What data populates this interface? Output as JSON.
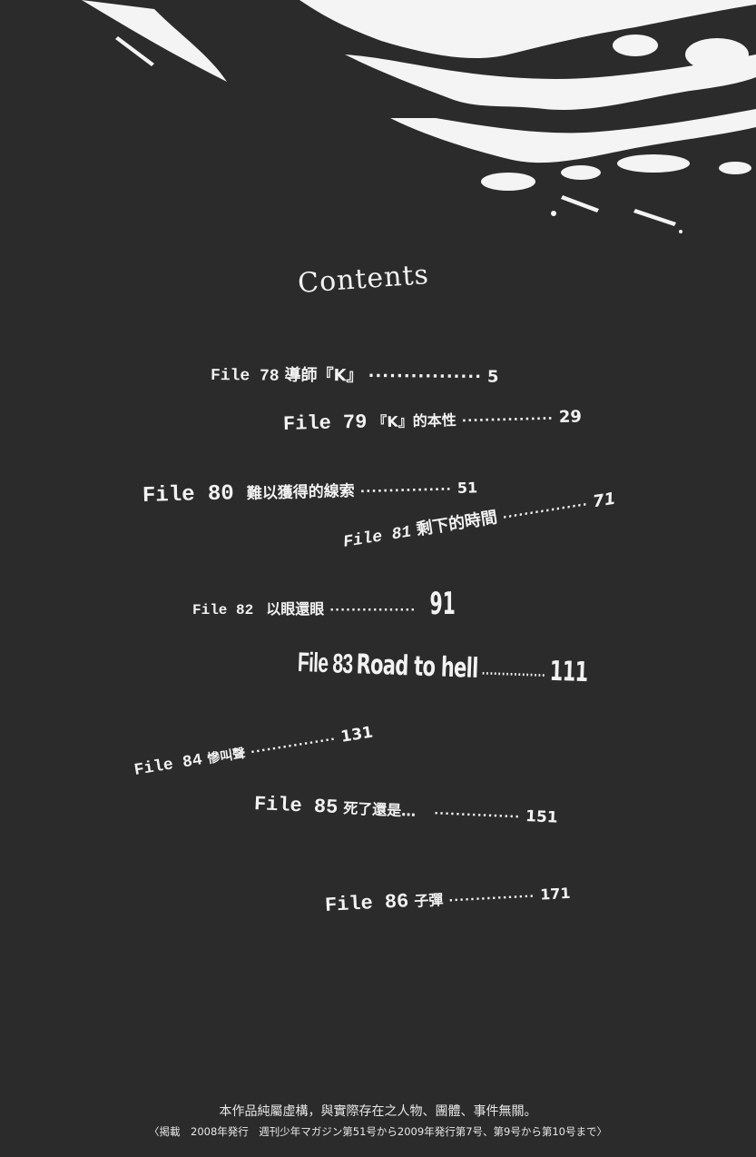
{
  "title": "Contents",
  "entries": [
    {
      "file": "File 78",
      "name": "導師『K』",
      "dots": "················",
      "page": "5"
    },
    {
      "file": "File 79",
      "name": "『K』的本性",
      "dots": "················",
      "page": "29"
    },
    {
      "file": "File 80",
      "name": "難以獲得的線索",
      "dots": "················",
      "page": "51"
    },
    {
      "file": "File 81",
      "name": "剩下的時間",
      "dots": "················",
      "page": "71"
    },
    {
      "file": "File 82",
      "name": "以眼還眼",
      "dots": "················",
      "page": "91"
    },
    {
      "file": "File 83",
      "name": "Road to hell",
      "dots": "················",
      "page": "111"
    },
    {
      "file": "File 84",
      "name": "慘叫聲",
      "dots": "················",
      "page": "131"
    },
    {
      "file": "File 85",
      "name": "死了還是…",
      "dots": "················",
      "page": "151"
    },
    {
      "file": "File 86",
      "name": "子彈",
      "dots": "················",
      "page": "171"
    }
  ],
  "footer": {
    "disclaimer": "本作品純屬虛構，與實際存在之人物、團體、事件無關。",
    "publication": "〈掲載　2008年発行　週刊少年マガジン第51号から2009年発行第7号、第9号から第10号まで〉"
  }
}
